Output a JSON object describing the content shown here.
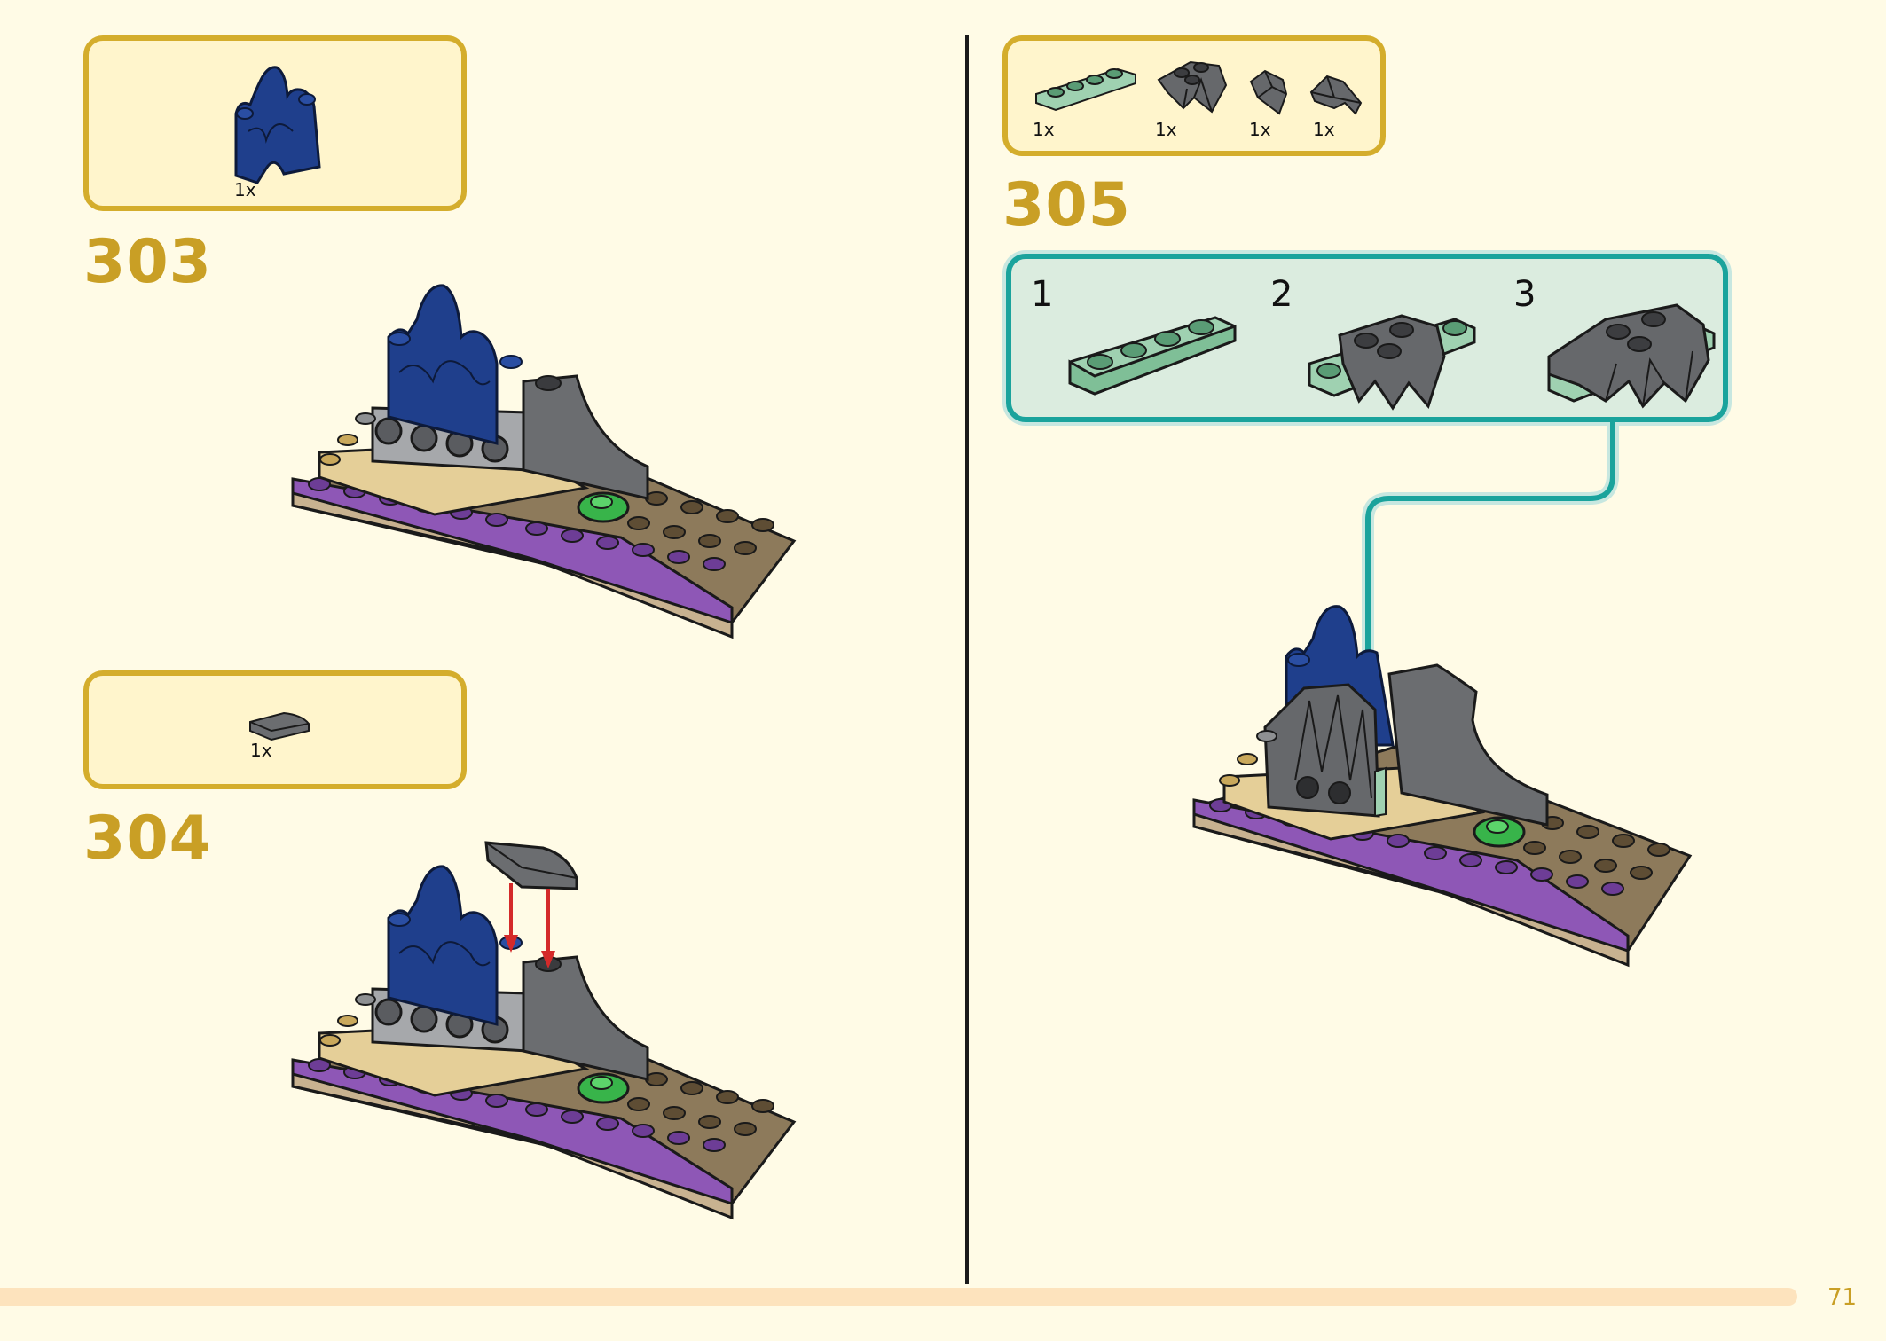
{
  "steps": {
    "s303": {
      "number": "303",
      "parts": [
        {
          "qty": "1x",
          "icon": "blue-rock-panel-icon"
        }
      ]
    },
    "s304": {
      "number": "304",
      "parts": [
        {
          "qty": "1x",
          "icon": "dark-gray-curved-slope-icon"
        }
      ]
    },
    "s305": {
      "number": "305",
      "parts": [
        {
          "qty": "1x",
          "icon": "sand-green-plate-1x4-icon"
        },
        {
          "qty": "1x",
          "icon": "dark-gray-rock-wing-icon"
        },
        {
          "qty": "1x",
          "icon": "dark-gray-small-wedge-icon"
        },
        {
          "qty": "1x",
          "icon": "dark-gray-tooth-plate-icon"
        }
      ],
      "substeps": [
        "1",
        "2",
        "3"
      ]
    }
  },
  "colors": {
    "background": "#fffbe6",
    "parts_box_border": "#d4ad2c",
    "parts_box_fill": "#fff5cc",
    "step_number": "#c99f25",
    "substep_border": "#1aa39c",
    "substep_fill": "#dbecdf",
    "arrow_red": "#d42a2a",
    "footer_bar": "#fde3bd"
  },
  "page": {
    "number": "71"
  }
}
